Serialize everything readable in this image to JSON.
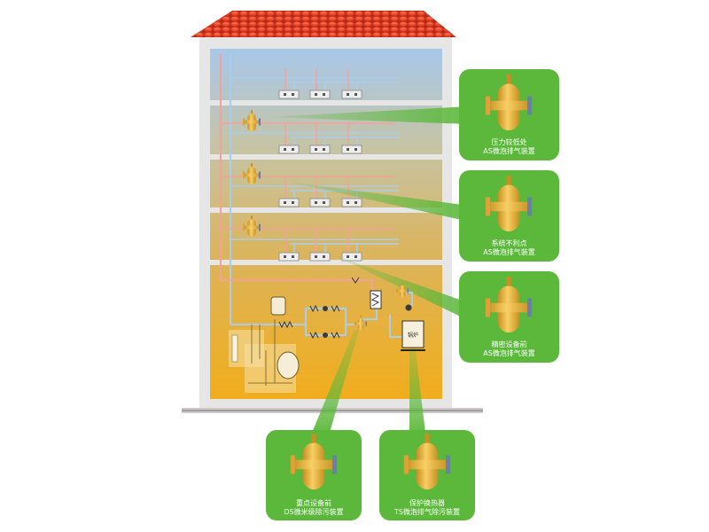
{
  "diagram": {
    "title": "",
    "colors": {
      "roof": "#c8321e",
      "wall": "#e6e6e6",
      "floor_top": "#a9c7e8",
      "floor_bottom": "#f0b020",
      "hot_pipe": "#f2a29a",
      "cold_pipe": "#a9cdee",
      "card_green": "#5cb83b",
      "device_gold": "#e9b84a"
    },
    "callouts": [
      {
        "line1": "压力较低处",
        "line2": "AS微泡排气装置",
        "device": "air-separator"
      },
      {
        "line1": "系统不利点",
        "line2": "AS微泡排气装置",
        "device": "air-separator"
      },
      {
        "line1": "精密设备前",
        "line2": "AS微泡排气装置",
        "device": "air-separator"
      },
      {
        "line1": "重点设备前",
        "line2": "DS微米级除污装置",
        "device": "dirt-separator"
      },
      {
        "line1": "保护换热器",
        "line2": "TS微泡排气除污装置",
        "device": "combined-separator"
      }
    ],
    "boiler": {
      "label": "锅炉"
    },
    "floors": 5
  }
}
